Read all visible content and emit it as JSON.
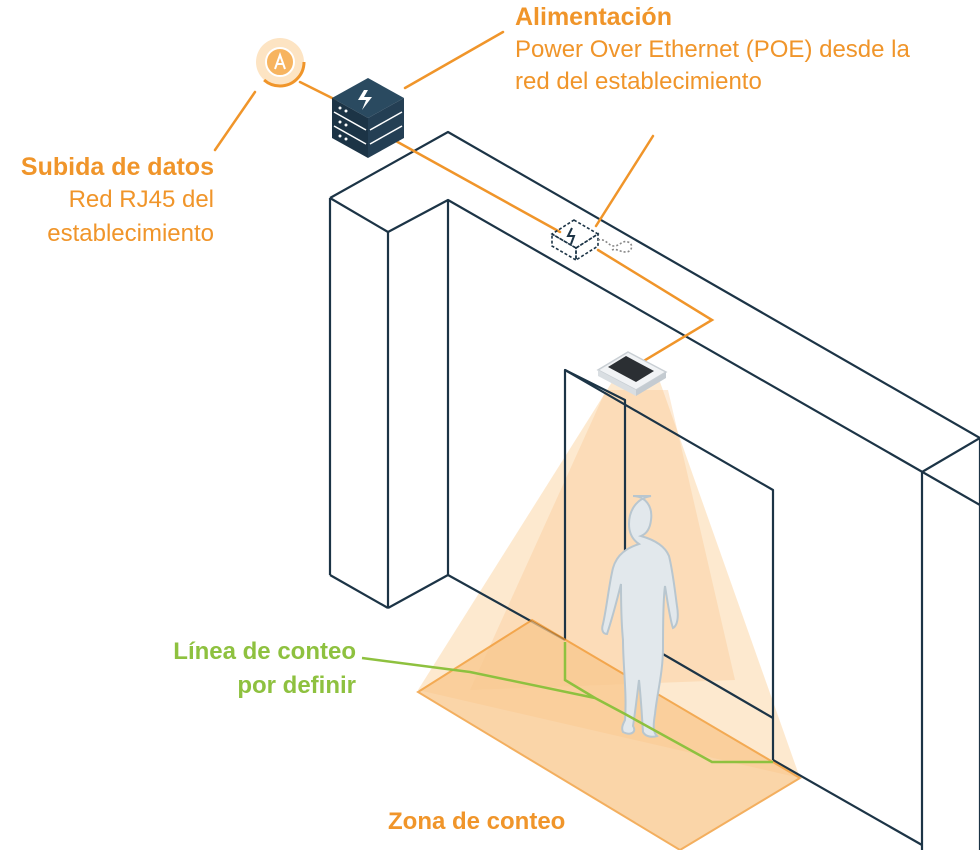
{
  "labels": {
    "power_title": "Alimentación",
    "power_line1": "Power Over Ethernet (POE) desde la",
    "power_line2": "red del establecimiento",
    "upload_title": "Subida de datos",
    "upload_line1": "Red RJ45 del",
    "upload_line2": "establecimiento",
    "counting_line1": "Línea de conteo",
    "counting_line2": "por definir",
    "counting_zone": "Zona de conteo"
  },
  "icons": {
    "cloud": "cloud-upload-icon",
    "switch": "poe-switch-icon",
    "injector": "poe-injector-icon",
    "sensor": "counting-sensor-icon",
    "person": "person-silhouette-icon"
  },
  "colors": {
    "accent_orange": "#f0952a",
    "zone_fill": "#fbd7a8",
    "counting_line_green": "#8ec13f",
    "structure_navy": "#1c3446",
    "person_gray": "#cbd5dc"
  }
}
